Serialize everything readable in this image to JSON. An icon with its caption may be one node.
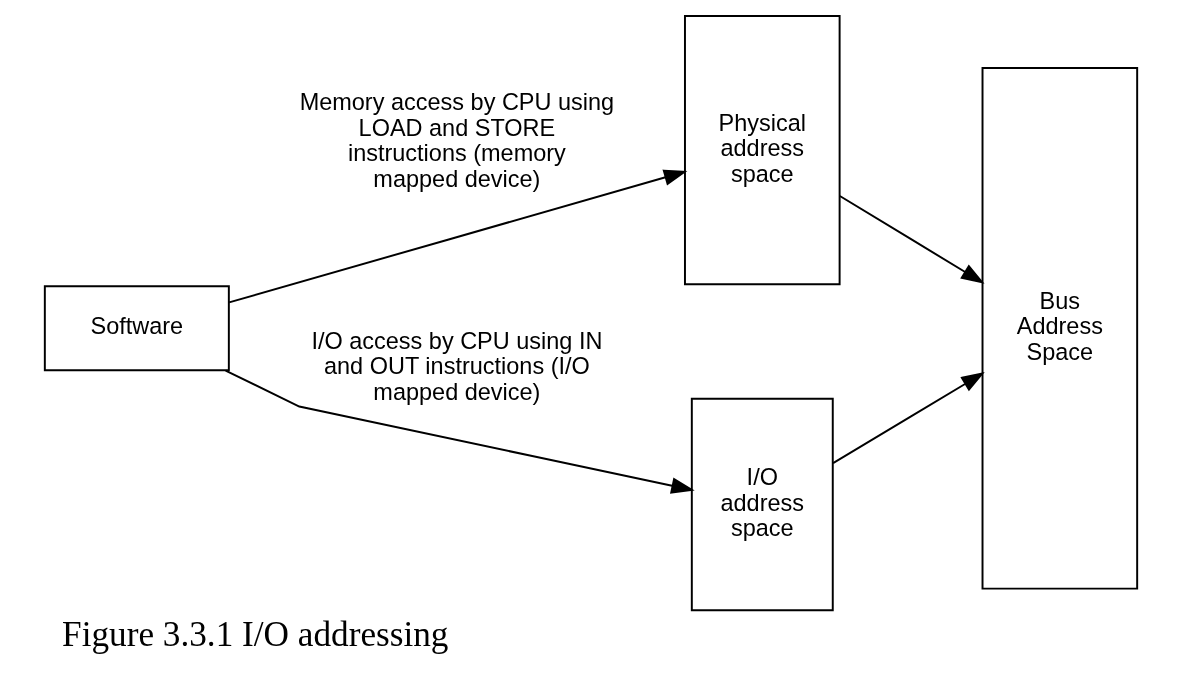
{
  "diagram": {
    "caption": "Figure 3.3.1 I/O addressing",
    "nodes": [
      {
        "text": [
          "Software"
        ]
      },
      {
        "text": [
          "Physical address space"
        ]
      },
      {
        "text": [
          "I/O address space"
        ]
      },
      {
        "text": [
          "Bus Address Space"
        ]
      }
    ],
    "edges": [
      {
        "from": 0,
        "to": 1,
        "arrow": "to",
        "label": "Memory access by CPU using LOAD and STORE instructions (memory mapped device)"
      },
      {
        "from": 0,
        "to": 2,
        "arrow": "to",
        "label": "I/O access by CPU using IN and OUT instructions (I/O mapped device)"
      },
      {
        "from": 1,
        "to": 3,
        "arrow": "to"
      },
      {
        "from": 2,
        "to": 3,
        "arrow": "to"
      }
    ]
  }
}
